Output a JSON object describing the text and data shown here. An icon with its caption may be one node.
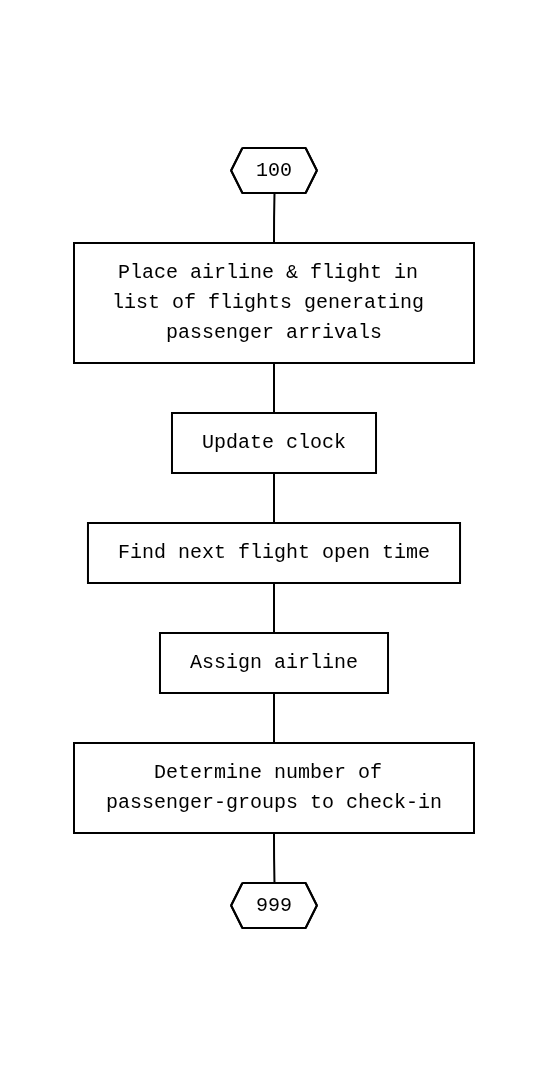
{
  "diagram": {
    "nodes": [
      {
        "text": [
          "100"
        ]
      },
      {
        "text": [
          "Place airline & flight in list of flights generating passenger arrivals"
        ]
      },
      {
        "text": [
          "Update clock"
        ]
      },
      {
        "text": [
          "Find next flight open time"
        ]
      },
      {
        "text": [
          "Assign airline"
        ]
      },
      {
        "text": [
          "Determine number of passenger-groups to check-in"
        ]
      },
      {
        "text": [
          "999"
        ]
      }
    ],
    "edges": [
      {
        "from": 0,
        "to": 1,
        "arrow": "none"
      },
      {
        "from": 1,
        "to": 2,
        "arrow": "none"
      },
      {
        "from": 2,
        "to": 3,
        "arrow": "none"
      },
      {
        "from": 3,
        "to": 4,
        "arrow": "none"
      },
      {
        "from": 4,
        "to": 5,
        "arrow": "none"
      },
      {
        "from": 5,
        "to": 6,
        "arrow": "none"
      }
    ]
  }
}
